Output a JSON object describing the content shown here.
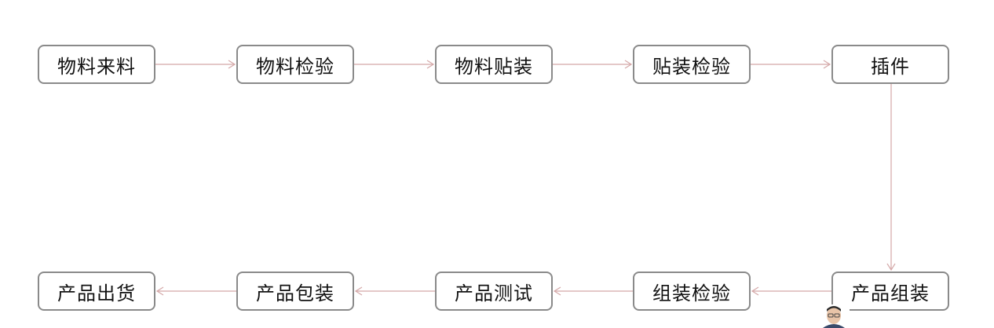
{
  "diagram": {
    "nodes": [
      {
        "id": "n1",
        "label": "物料来料"
      },
      {
        "id": "n2",
        "label": "物料检验"
      },
      {
        "id": "n3",
        "label": "物料贴装"
      },
      {
        "id": "n4",
        "label": "贴装检验"
      },
      {
        "id": "n5",
        "label": "插件"
      },
      {
        "id": "n6",
        "label": "产品组装"
      },
      {
        "id": "n7",
        "label": "组装检验"
      },
      {
        "id": "n8",
        "label": "产品测试"
      },
      {
        "id": "n9",
        "label": "产品包装"
      },
      {
        "id": "n10",
        "label": "产品出货"
      }
    ],
    "edges": [
      {
        "from": "n1",
        "to": "n2"
      },
      {
        "from": "n2",
        "to": "n3"
      },
      {
        "from": "n3",
        "to": "n4"
      },
      {
        "from": "n4",
        "to": "n5"
      },
      {
        "from": "n5",
        "to": "n6"
      },
      {
        "from": "n6",
        "to": "n7"
      },
      {
        "from": "n7",
        "to": "n8"
      },
      {
        "from": "n8",
        "to": "n9"
      },
      {
        "from": "n9",
        "to": "n10"
      }
    ],
    "colors": {
      "node_border": "#8a8a8a",
      "edge": "#d4a8a8",
      "text": "#111111"
    }
  }
}
